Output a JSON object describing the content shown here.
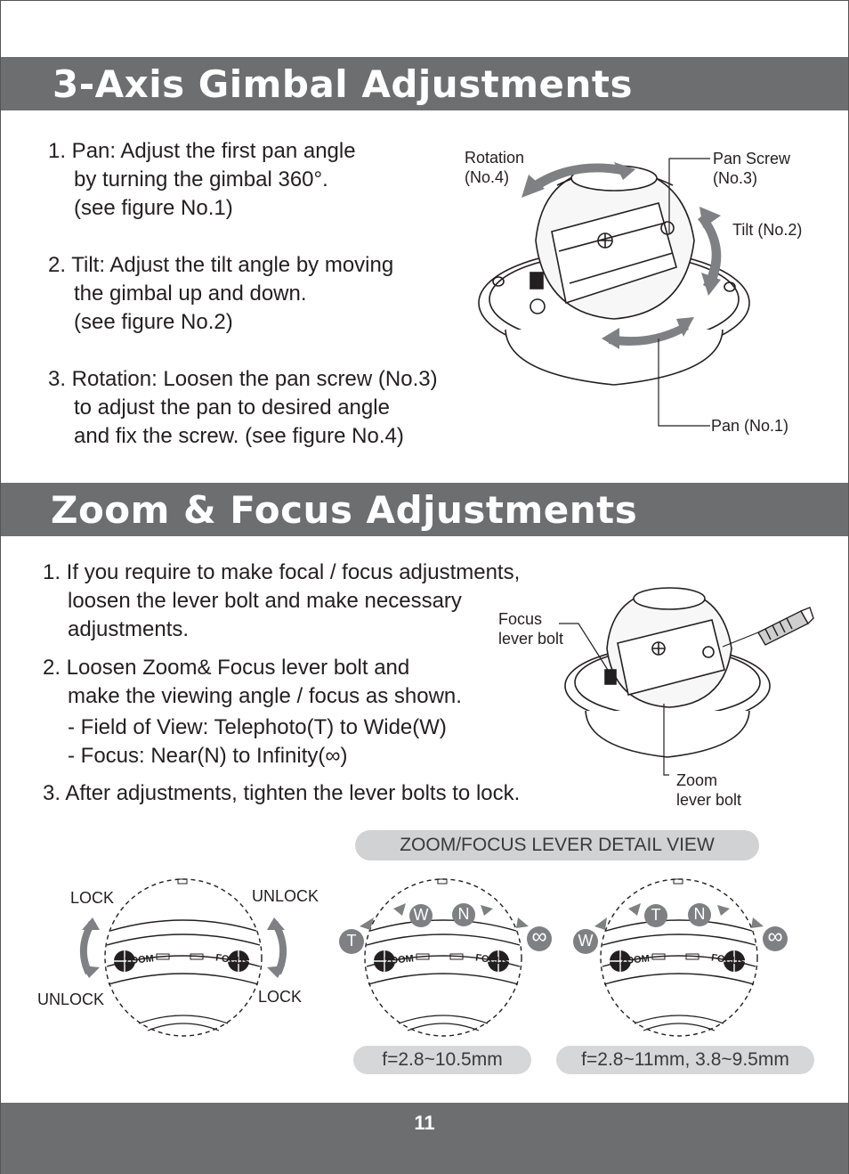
{
  "gimbal": {
    "heading": "3-Axis Gimbal Adjustments",
    "items": [
      {
        "lines": [
          "1. Pan: Adjust the first pan angle",
          "by turning the gimbal 360°.",
          "(see figure No.1)"
        ]
      },
      {
        "lines": [
          "2. Tilt: Adjust the tilt angle by moving",
          "the gimbal up and down.",
          "(see figure No.2)"
        ]
      },
      {
        "lines": [
          "3. Rotation: Loosen the pan screw (No.3)",
          "to adjust the pan to desired angle",
          "and fix the screw. (see figure No.4)"
        ]
      }
    ],
    "figure_labels": {
      "rotation": [
        "Rotation",
        "(No.4)"
      ],
      "pan_screw": [
        "Pan Screw",
        "(No.3)"
      ],
      "tilt": "Tilt (No.2)",
      "pan": "Pan (No.1)"
    }
  },
  "zoom_focus": {
    "heading": "Zoom & Focus Adjustments",
    "items": [
      {
        "lines": [
          "1. If you require to make focal / focus adjustments,",
          "loosen the lever bolt and make necessary",
          "adjustments."
        ]
      },
      {
        "lines": [
          "2. Loosen Zoom& Focus lever bolt and",
          "make the viewing angle / focus as shown.",
          "- Field of View: Telephoto(T) to Wide(W)",
          "- Focus: Near(N) to Infinity(∞)"
        ]
      },
      {
        "lines": [
          "3. After adjustments, tighten the lever bolts to lock."
        ]
      }
    ],
    "figure_labels": {
      "focus_lever": [
        "Focus",
        "lever bolt"
      ],
      "zoom_lever": [
        "Zoom",
        "lever bolt"
      ]
    },
    "detail_view_title": "ZOOM/FOCUS LEVER  DETAIL VIEW",
    "lock_labels": {
      "lock_left": "LOCK",
      "unlock_right": "UNLOCK",
      "unlock_left": "UNLOCK",
      "lock_right": "LOCK"
    },
    "lever_markers": {
      "fig2": {
        "t": "T",
        "w": "W",
        "n": "N",
        "inf": "∞"
      },
      "fig3": {
        "w": "W",
        "t": "T",
        "n": "N",
        "inf": "∞"
      }
    },
    "lens_specs": [
      "f=2.8~10.5mm",
      "f=2.8~11mm, 3.8~9.5mm"
    ],
    "lever_text": {
      "zoom": "ZOOM",
      "focus": "FOCUS"
    }
  },
  "footer": {
    "page_number": "11"
  }
}
